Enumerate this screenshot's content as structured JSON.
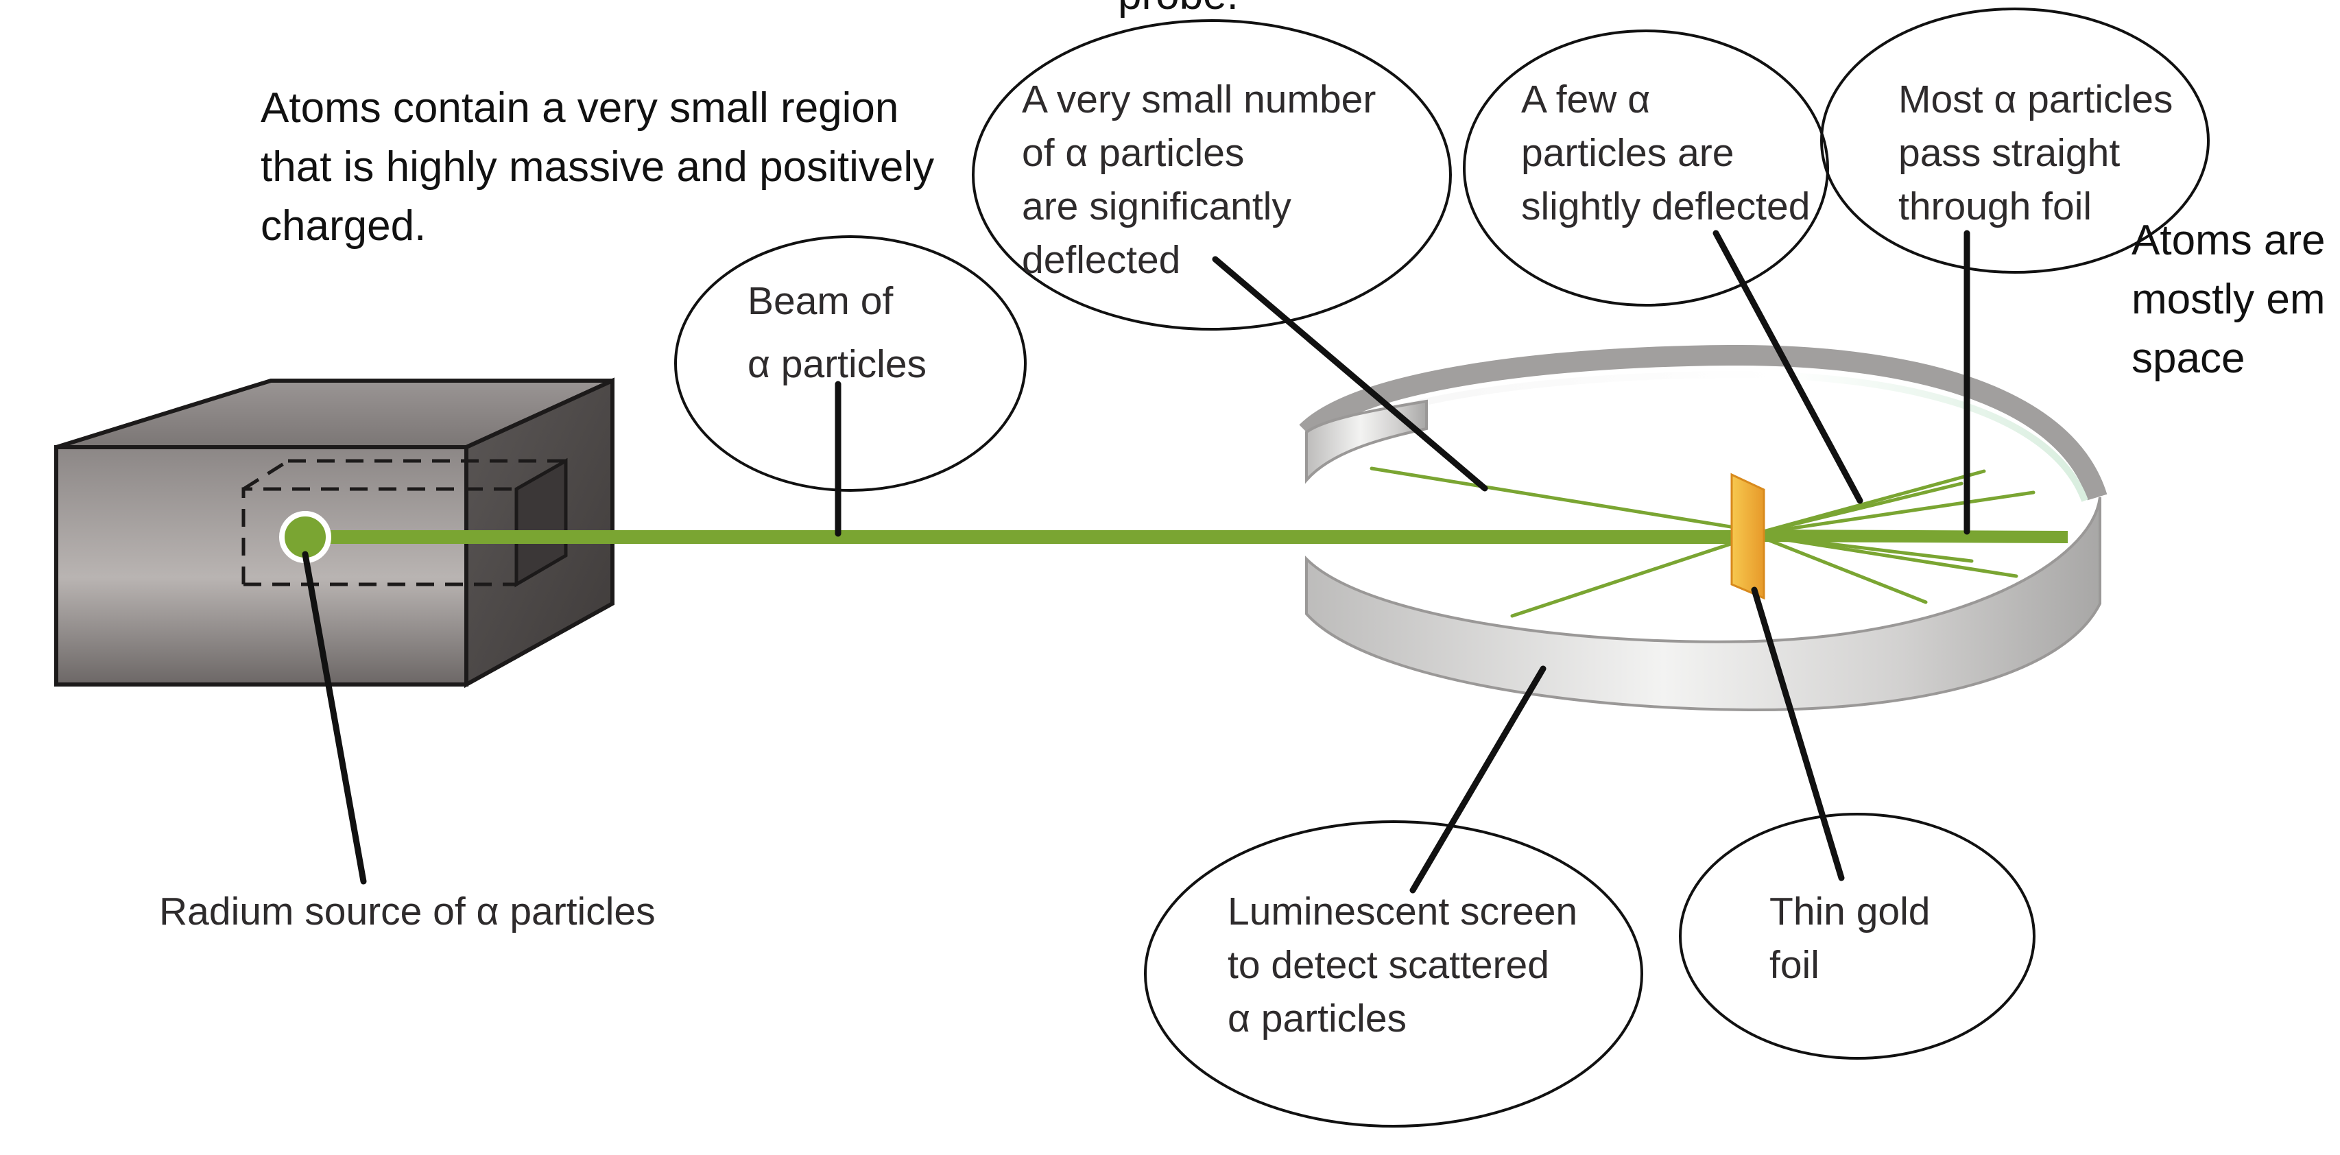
{
  "labels": {
    "top_cut": "probe.",
    "conclusion_nucleus": "Atoms contain a very small region\nthat is highly massive and positively\ncharged.",
    "conclusion_empty": "Atoms are\nmostly em\nspace",
    "beam": "Beam of\nα particles",
    "small_number_deflected": "A very small number\nof α particles\nare significantly\ndeflected",
    "few_deflected": "A few α\nparticles are\nslightly deflected",
    "most_pass": "Most α particles\npass straight\nthrough foil",
    "radium_source": "Radium source of α particles",
    "screen": "Luminescent screen\nto detect scattered\nα particles",
    "gold_foil": "Thin gold\nfoil"
  },
  "colors": {
    "beam": "#7aa532",
    "foil": "#f5b83d",
    "screen": "#d9d9d9",
    "box": "#7d7878",
    "callout": "#111111"
  }
}
